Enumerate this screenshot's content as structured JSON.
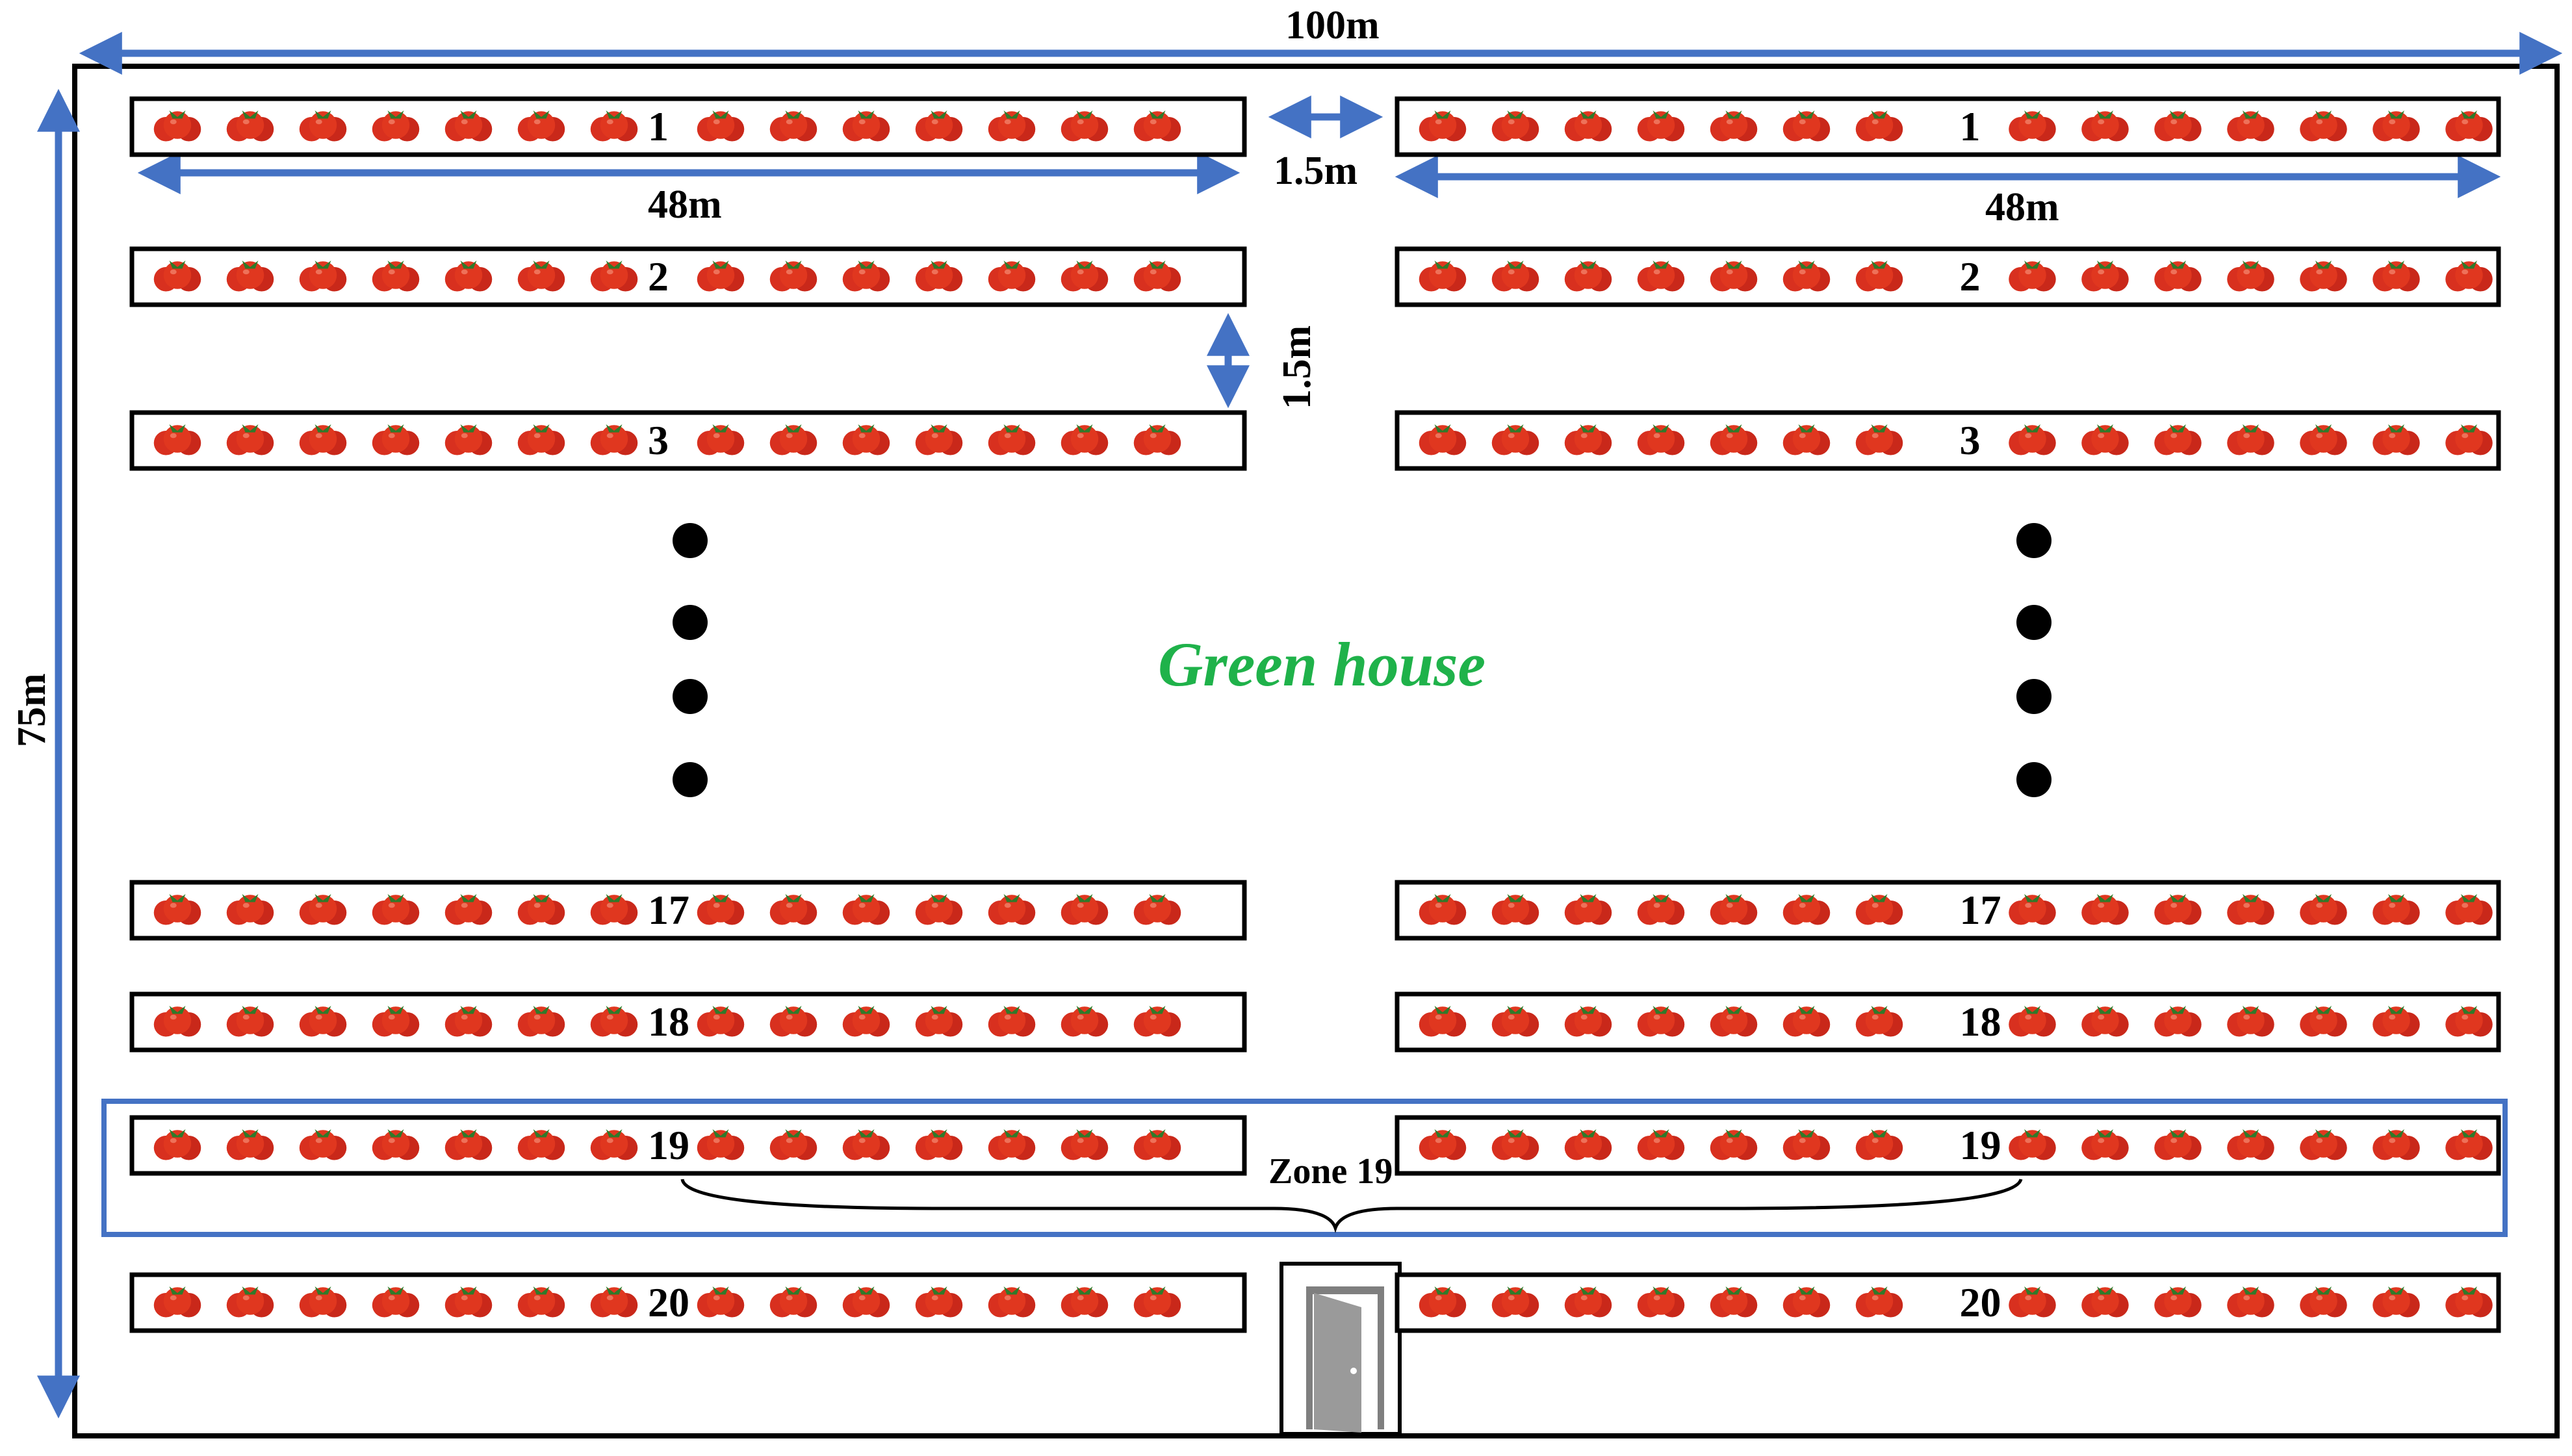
{
  "diagram": {
    "title": "Green house",
    "dimensions": {
      "total_width": "100m",
      "total_height": "75m",
      "row_length_left": "48m",
      "row_length_right": "48m",
      "aisle_gap": "1.5m",
      "row_spacing": "1.5m"
    },
    "zone_label": "Zone 19",
    "rows": [
      "1",
      "2",
      "3",
      "17",
      "18",
      "19",
      "20"
    ],
    "continuation_marker": "ellipsis-dots",
    "entrance": "door-icon",
    "colors": {
      "dimension_arrow": "#4472c4",
      "zone_border": "#4472c4",
      "title_text": "#1fb24a",
      "tomato": "#d8301f",
      "outline": "#000000"
    }
  }
}
